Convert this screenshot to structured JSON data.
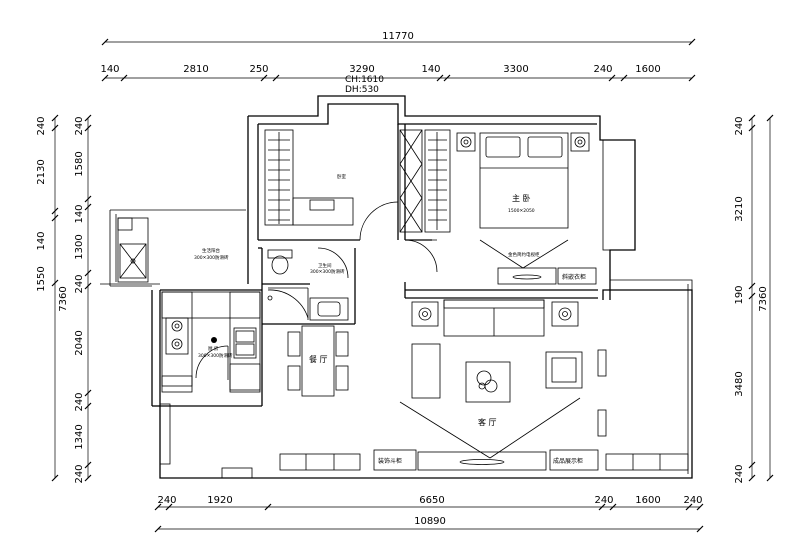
{
  "dimensions": {
    "top_total": "11770",
    "top_segments": [
      "140",
      "2810",
      "250",
      "3290",
      "140",
      "3300",
      "240",
      "1600"
    ],
    "bottom_total": "10890",
    "bottom_segments": [
      "240",
      "1920",
      "6650",
      "240",
      "1600",
      "240"
    ],
    "left_outer_total": "7360",
    "left_outer_segments": [
      "240",
      "2130",
      "140",
      "1550"
    ],
    "left_inner_segments": [
      "240",
      "1580",
      "140",
      "1300",
      "240",
      "2040",
      "240",
      "1340",
      "240"
    ],
    "right_total": "7360",
    "right_segments": [
      "240",
      "3210",
      "190",
      "3480",
      "240"
    ]
  },
  "window_note": {
    "line1": "CH:1610",
    "line2": "DH:530"
  },
  "rooms": {
    "master_bedroom": "主 卧",
    "master_bed_size": "1500✕2050",
    "bedroom": "卧室",
    "living_room": "客 厅",
    "dining_room": "餐 厅",
    "kitchen": "厨 房",
    "kitchen_tile": "300✕300防滑砖",
    "balcony": "生活阳台",
    "balcony_tile": "300✕300防滑砖",
    "bathroom": "卫生间",
    "bathroom_tile": "300✕300防滑砖"
  },
  "furniture": {
    "tv_cabinet_bedroom": "金色简约电视柜",
    "bedroom_cabinet": "斜嵌衣柜",
    "shoe_cabinet": "装饰斗柜",
    "display_cabinet": "成品展示柜"
  }
}
